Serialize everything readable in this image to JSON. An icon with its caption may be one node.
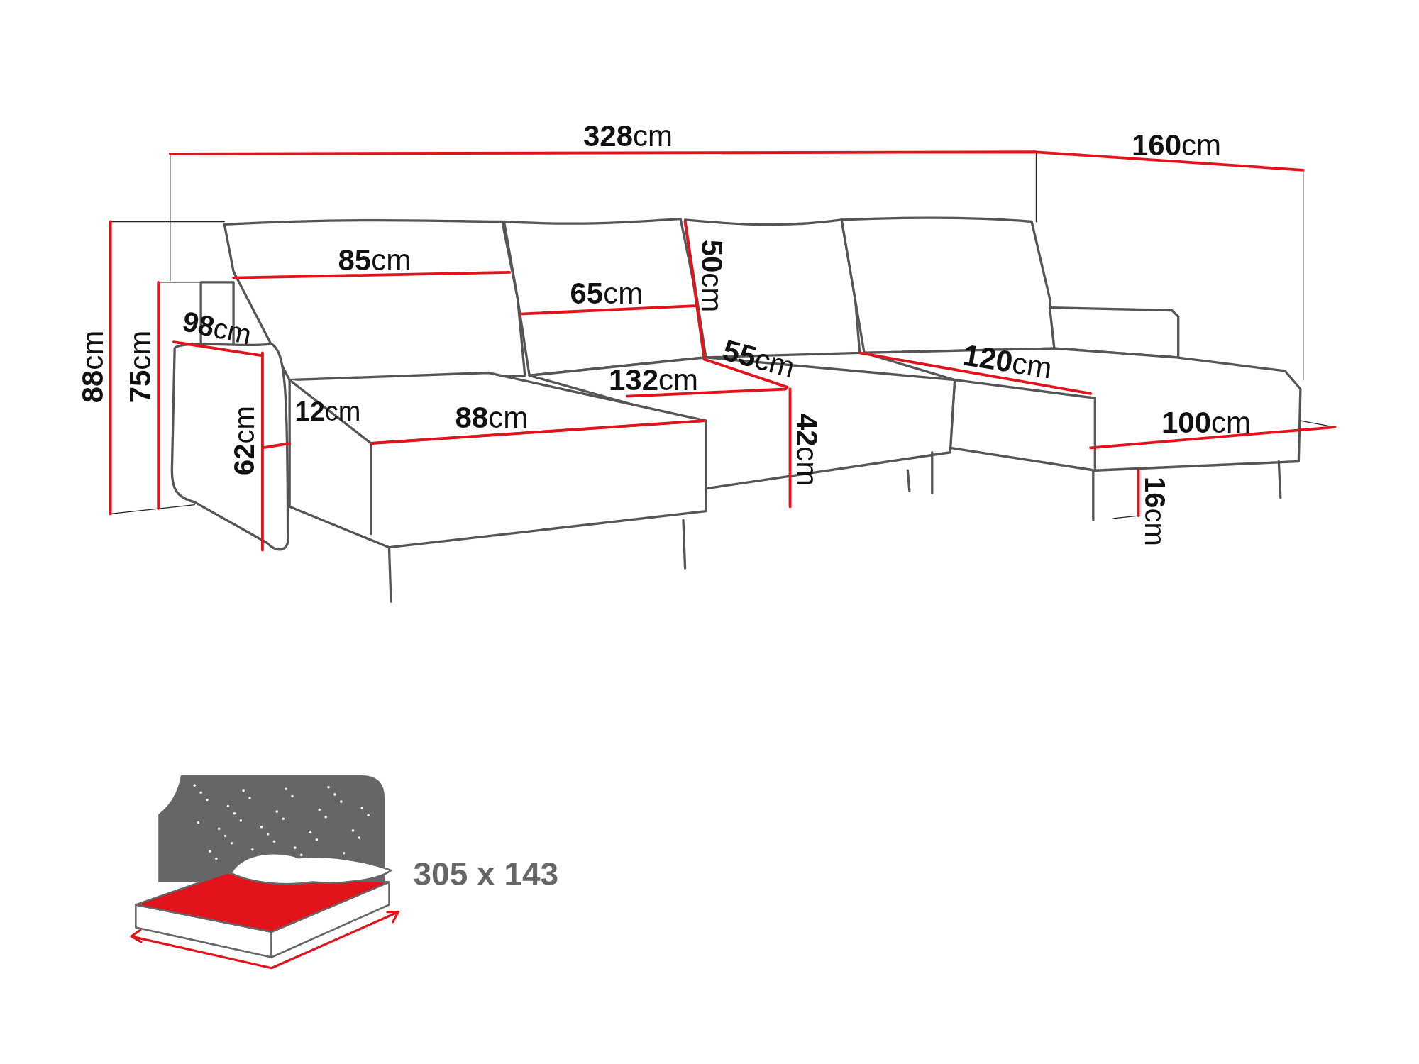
{
  "diagram": {
    "labels": [
      "**328**cm",
      "**160**cm",
      "**88**cm",
      "**75**cm",
      "**85**cm",
      "**65**cm",
      "**50**cm",
      "**98**cm",
      "**55**cm",
      "**120**cm",
      "**132**cm",
      "**62**cm",
      "**12**cm",
      "**88**cm",
      "**42**cm",
      "**100**cm",
      "**16**cm",
      "305 x 143"
    ]
  }
}
